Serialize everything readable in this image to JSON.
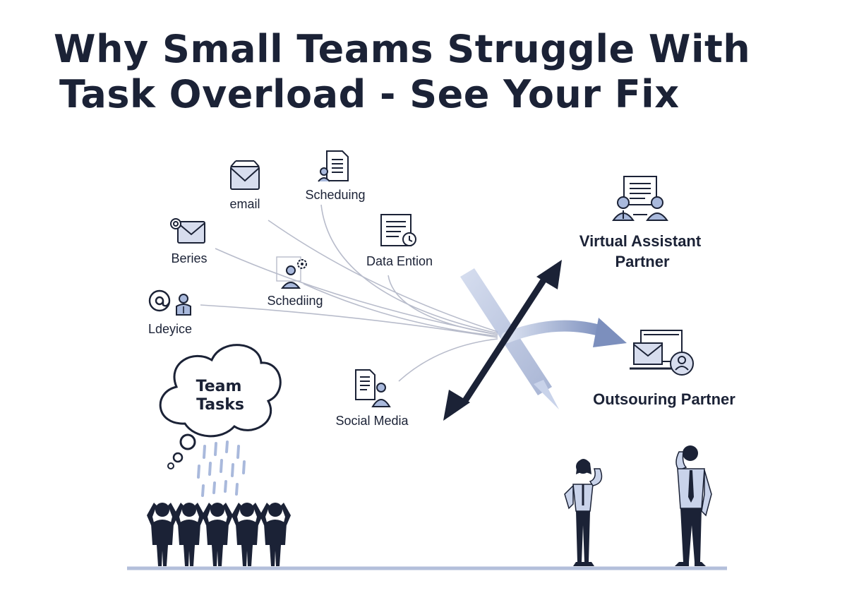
{
  "title": {
    "line1": "Why Small Teams Struggle With",
    "line2": "Task Overload - See Your Fix"
  },
  "tasks": [
    {
      "label": "email",
      "icon": "envelope-icon"
    },
    {
      "label": "Scheduing",
      "icon": "document-icon"
    },
    {
      "label": "Beries",
      "icon": "at-envelope-icon"
    },
    {
      "label": "Data Ention",
      "icon": "data-sheet-icon"
    },
    {
      "label": "Schediing",
      "icon": "person-gear-icon"
    },
    {
      "label": "Ldeyice",
      "icon": "at-person-icon"
    },
    {
      "label": "Social Media",
      "icon": "social-doc-icon"
    }
  ],
  "cloud": {
    "line1": "Team",
    "line2": "Tasks"
  },
  "partners": {
    "virtual_line1": "Virtual Assistant",
    "virtual_line2": "Partner",
    "outsourcing": "Outsouring Partner"
  },
  "colors": {
    "navy": "#1b2236",
    "slate_blue": "#8b9cc6",
    "light_blue": "#c9d3ea",
    "mid_blue": "#a9b9dc",
    "line_gray": "#b8bccb",
    "ground": "#b3bfdb"
  }
}
